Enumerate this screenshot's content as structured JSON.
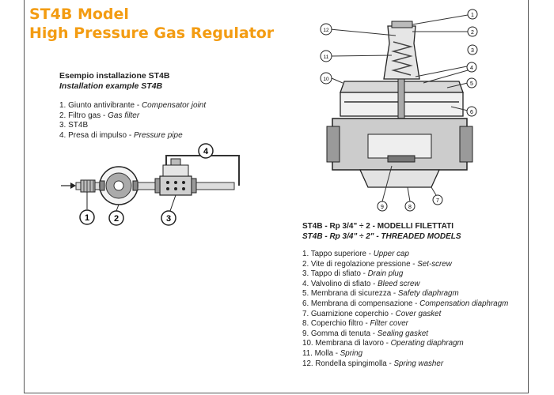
{
  "title": {
    "line1": "ST4B Model",
    "line2": "High Pressure Gas Regulator"
  },
  "installation": {
    "heading_it": "Esempio installazione ST4B",
    "heading_en": "Installation example ST4B",
    "items": [
      {
        "it": "1. Giunto antivibrante - ",
        "en": "Compensator joint"
      },
      {
        "it": "2. Filtro gas - ",
        "en": "Gas filter"
      },
      {
        "it": "3. ST4B",
        "en": ""
      },
      {
        "it": "4. Presa di impulso - ",
        "en": "Pressure pipe"
      }
    ],
    "callouts": [
      "1",
      "2",
      "3",
      "4"
    ]
  },
  "models": {
    "heading_it": "ST4B - Rp 3/4\" ÷ 2 - MODELLI FILETTATI",
    "heading_en": "ST4B - Rp 3/4\" ÷ 2\" - THREADED MODELS",
    "items": [
      {
        "it": "1. Tappo superiore - ",
        "en": "Upper cap"
      },
      {
        "it": "2. Vite di regolazione pressione - ",
        "en": "Set-screw"
      },
      {
        "it": "3. Tappo di sfiato - ",
        "en": "Drain plug"
      },
      {
        "it": "4. Valvolino di sfiato - ",
        "en": "Bleed screw"
      },
      {
        "it": "5. Membrana di sicurezza - ",
        "en": "Safety diaphragm"
      },
      {
        "it": "6. Membrana di compensazione - ",
        "en": "Compensation diaphragm"
      },
      {
        "it": "7. Guarnizione coperchio - ",
        "en": "Cover gasket"
      },
      {
        "it": "8. Coperchio filtro - ",
        "en": "Filter cover"
      },
      {
        "it": "9. Gomma di tenuta - ",
        "en": "Sealing gasket"
      },
      {
        "it": "10. Membrana di lavoro - ",
        "en": "Operating diaphragm"
      },
      {
        "it": "11. Molla - ",
        "en": "Spring"
      },
      {
        "it": "12. Rondella spingimolla - ",
        "en": "Spring washer"
      }
    ],
    "callouts": [
      "1",
      "2",
      "3",
      "4",
      "5",
      "6",
      "7",
      "8",
      "9",
      "10",
      "11",
      "12"
    ]
  }
}
